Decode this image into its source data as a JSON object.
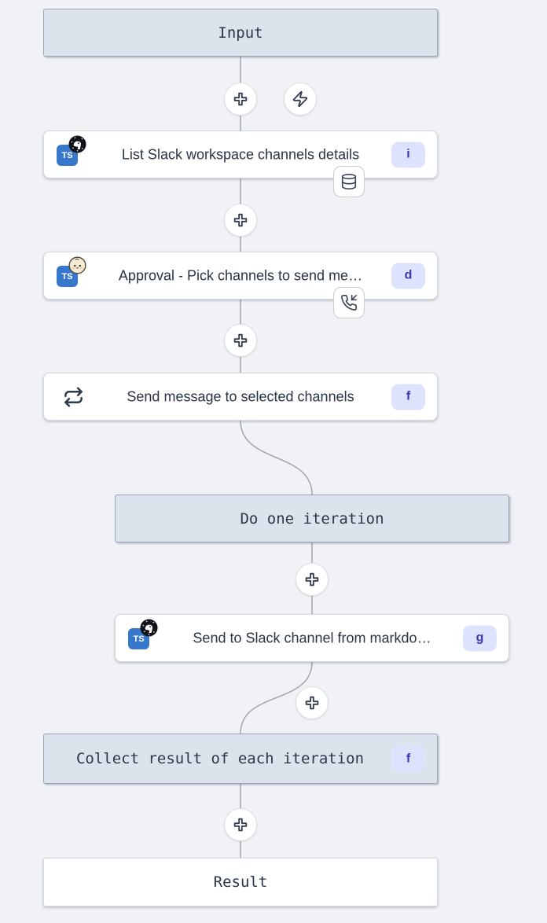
{
  "colors": {
    "canvas_bg": "#f0f2f5",
    "header_box_bg": "#dde3ed",
    "header_box_border": "#9aa5b4",
    "node_bg": "#ffffff",
    "node_border": "#d4d9e0",
    "badge_bg": "#dde3fc",
    "badge_text": "#4033b6",
    "edge_line": "#a0a6ae",
    "icon_stroke": "#323c4d",
    "ts_blue": "#3878cc"
  },
  "nodes": {
    "input": {
      "label": "Input"
    },
    "list_channels": {
      "label": "List Slack workspace channels details",
      "badge": "i",
      "lang_badge": "TS"
    },
    "approval": {
      "label": "Approval - Pick channels to send me…",
      "badge": "d",
      "lang_badge": "TS"
    },
    "send_loop": {
      "label": "Send message to selected channels",
      "badge": "f"
    },
    "iteration": {
      "label": "Do one iteration"
    },
    "send_markdown": {
      "label": "Send to Slack channel from markdo…",
      "badge": "g",
      "lang_badge": "TS"
    },
    "collect": {
      "label": "Collect result of each iteration",
      "badge": "f"
    },
    "result": {
      "label": "Result"
    }
  },
  "icons": {
    "plus": "insert-step",
    "zap": "add-trigger",
    "database": "cached-step",
    "phone_incoming": "suspend-approval-step",
    "repeat": "for-loop-step",
    "deno": "deno-runtime",
    "bun": "bun-runtime"
  }
}
